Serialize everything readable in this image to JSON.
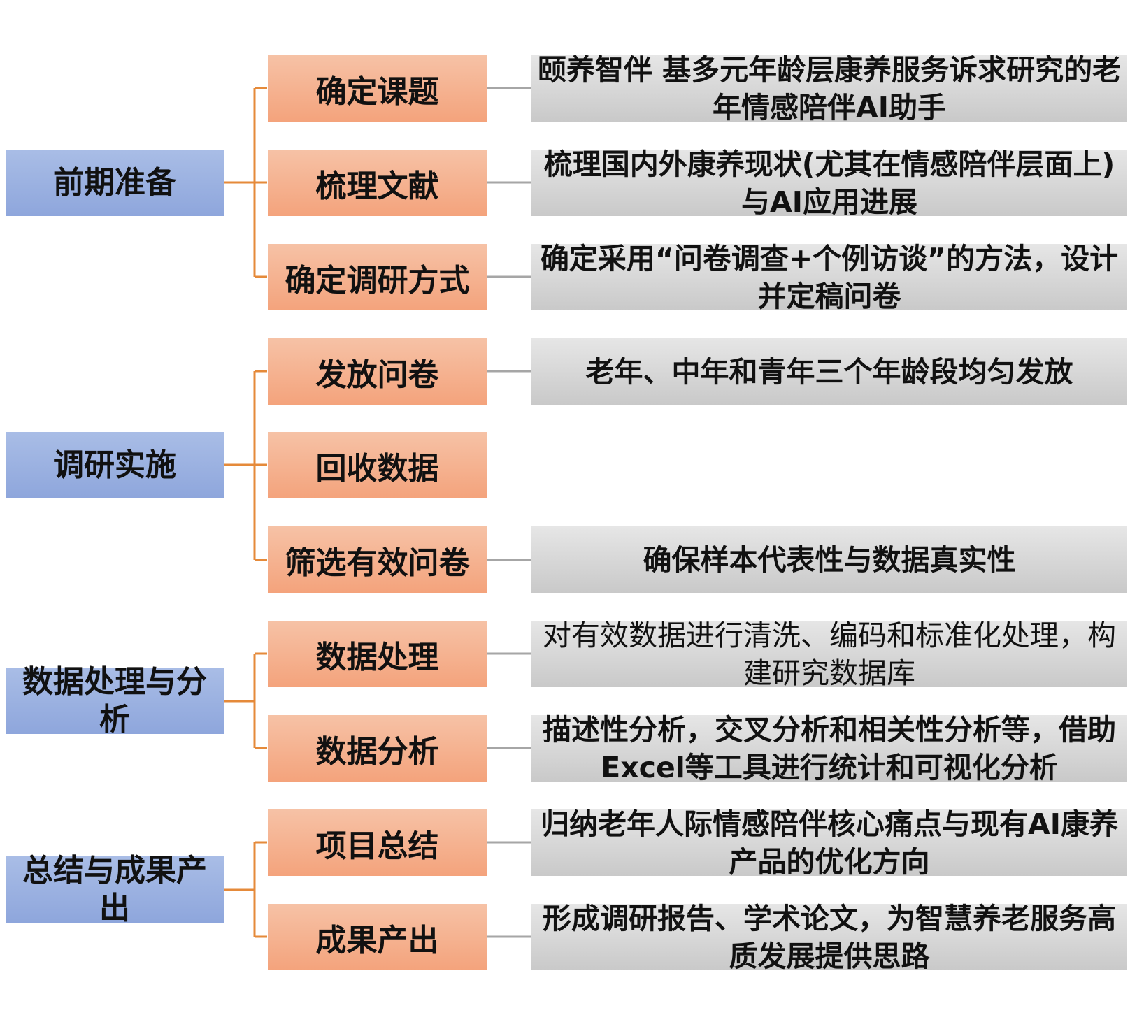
{
  "colors": {
    "phase_fill": "#8ea6dc",
    "step_fill": "#f4a37c",
    "detail_fill": "#c9c9c9",
    "phase_connector": "#e58a3a",
    "detail_connector": "#a6a6a6"
  },
  "phases": [
    {
      "label": "前期准备",
      "steps": [
        {
          "label": "确定课题",
          "detail": "颐养智伴 基多元年龄层康养服务诉求研究的老年情感陪伴AI助手"
        },
        {
          "label": "梳理文献",
          "detail": "梳理国内外康养现状(尤其在情感陪伴层面上)与AI应用进展"
        },
        {
          "label": "确定调研方式",
          "detail": "确定采用“问卷调查+个例访谈”的方法，设计并定稿问卷"
        }
      ]
    },
    {
      "label": "调研实施",
      "steps": [
        {
          "label": "发放问卷",
          "detail": "老年、中年和青年三个年龄段均匀发放"
        },
        {
          "label": "回收数据",
          "detail": ""
        },
        {
          "label": "筛选有效问卷",
          "detail": "确保样本代表性与数据真实性"
        }
      ]
    },
    {
      "label": "数据处理与分析",
      "steps": [
        {
          "label": "数据处理",
          "detail": "对有效数据进行清洗、编码和标准化处理，构建研究数据库"
        },
        {
          "label": "数据分析",
          "detail": "描述性分析，交叉分析和相关性分析等，借助Excel等工具进行统计和可视化分析"
        }
      ]
    },
    {
      "label": "总结与成果产出",
      "steps": [
        {
          "label": "项目总结",
          "detail": "归纳老年人际情感陪伴核心痛点与现有AI康养产品的优化方向"
        },
        {
          "label": "成果产出",
          "detail": "形成调研报告、学术论文，为智慧养老服务高质发展提供思路"
        }
      ]
    }
  ]
}
